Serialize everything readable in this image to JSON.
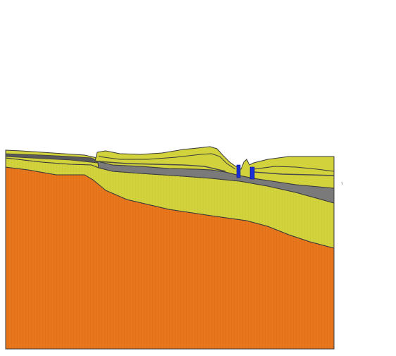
{
  "diagram": {
    "type": "geologic-cross-section",
    "colors": {
      "background": "#ffffff",
      "orange_bedrock": "#e8761c",
      "orange_stripe": "#d96a14",
      "yellow_fill": "#d2d33c",
      "yellow_light": "#d8d84a",
      "gray_band": "#7a7a7a",
      "dark_outline": "#3a3a3a",
      "well_markers": "#1a2fd6"
    },
    "layers": [
      {
        "name": "upper-yellow-layers",
        "color": "#d2d33c"
      },
      {
        "name": "gray-band",
        "color": "#7a7a7a"
      },
      {
        "name": "middle-yellow-layer",
        "color": "#d2d33c"
      },
      {
        "name": "orange-bedrock",
        "color": "#e8761c"
      }
    ],
    "wells": [
      {
        "name": "well-left",
        "color": "#1a2fd6"
      },
      {
        "name": "well-right",
        "color": "#1a2fd6"
      }
    ]
  }
}
